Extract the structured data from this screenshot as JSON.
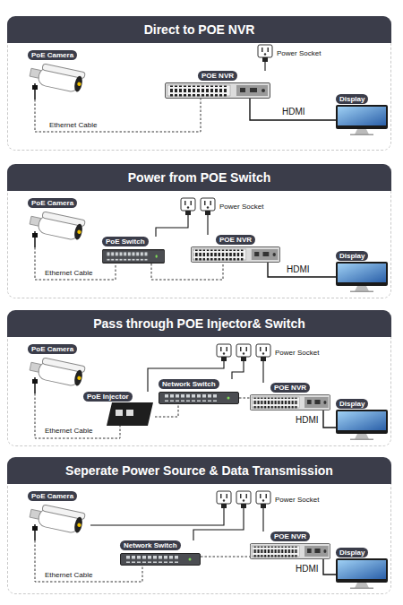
{
  "diagram": {
    "nodes": [
      {
        "text": [
          "Direct to POE NVR"
        ]
      },
      {
        "text": [
          "PoE Camera"
        ],
        "in": 0
      },
      {
        "text": [
          "POE NVR"
        ],
        "in": 0
      },
      {
        "text": [
          "Power Socket"
        ],
        "in": 0
      },
      {
        "text": [
          "Display"
        ],
        "in": 0
      },
      {
        "text": [
          "Power from POE Switch"
        ]
      },
      {
        "text": [
          "PoE Camera"
        ],
        "in": 5
      },
      {
        "text": [
          "PoE Switch"
        ],
        "in": 5
      },
      {
        "text": [
          "Power Socket"
        ],
        "in": 5
      },
      {
        "text": [
          "POE NVR"
        ],
        "in": 5
      },
      {
        "text": [
          "Display"
        ],
        "in": 5
      },
      {
        "text": [
          "Pass through POE Injector& Switch"
        ]
      },
      {
        "text": [
          "PoE Camera"
        ],
        "in": 11
      },
      {
        "text": [
          "PoE Injector"
        ],
        "in": 11
      },
      {
        "text": [
          "Network Switch"
        ],
        "in": 11
      },
      {
        "text": [
          "Power Socket"
        ],
        "in": 11
      },
      {
        "text": [
          "POE NVR"
        ],
        "in": 11
      },
      {
        "text": [
          "Display"
        ],
        "in": 11
      },
      {
        "text": [
          "Seperate Power Source & Data Transmission"
        ]
      },
      {
        "text": [
          "PoE Camera"
        ],
        "in": 18
      },
      {
        "text": [
          "Network Switch"
        ],
        "in": 18
      },
      {
        "text": [
          "Power Socket"
        ],
        "in": 18
      },
      {
        "text": [
          "POE NVR"
        ],
        "in": 18
      },
      {
        "text": [
          "Display"
        ],
        "in": 18
      }
    ],
    "edges": [
      {
        "from": 1,
        "to": 2,
        "label": "Ethernet Cable",
        "arrow": "none"
      },
      {
        "from": 3,
        "to": 2,
        "arrow": "none"
      },
      {
        "from": 2,
        "to": 4,
        "label": "HDMI",
        "arrow": "none"
      },
      {
        "from": 6,
        "to": 7,
        "label": "Ethernet Cable",
        "arrow": "none"
      },
      {
        "from": 7,
        "to": 9,
        "arrow": "none"
      },
      {
        "from": 8,
        "to": 7,
        "arrow": "none"
      },
      {
        "from": 8,
        "to": 9,
        "arrow": "none"
      },
      {
        "from": 9,
        "to": 10,
        "label": "HDMI",
        "arrow": "none"
      },
      {
        "from": 12,
        "to": 13,
        "label": "Ethernet Cable",
        "arrow": "none"
      },
      {
        "from": 13,
        "to": 14,
        "arrow": "none"
      },
      {
        "from": 14,
        "to": 16,
        "arrow": "none"
      },
      {
        "from": 15,
        "to": 13,
        "arrow": "none"
      },
      {
        "from": 15,
        "to": 14,
        "arrow": "none"
      },
      {
        "from": 15,
        "to": 16,
        "arrow": "none"
      },
      {
        "from": 16,
        "to": 17,
        "label": "HDMI",
        "arrow": "none"
      },
      {
        "from": 19,
        "to": 20,
        "label": "Ethernet Cable",
        "arrow": "none"
      },
      {
        "from": 20,
        "to": 22,
        "arrow": "none"
      },
      {
        "from": 21,
        "to": 19,
        "arrow": "none"
      },
      {
        "from": 21,
        "to": 20,
        "arrow": "none"
      },
      {
        "from": 21,
        "to": 22,
        "arrow": "none"
      },
      {
        "from": 22,
        "to": 23,
        "label": "HDMI",
        "arrow": "none"
      }
    ]
  }
}
